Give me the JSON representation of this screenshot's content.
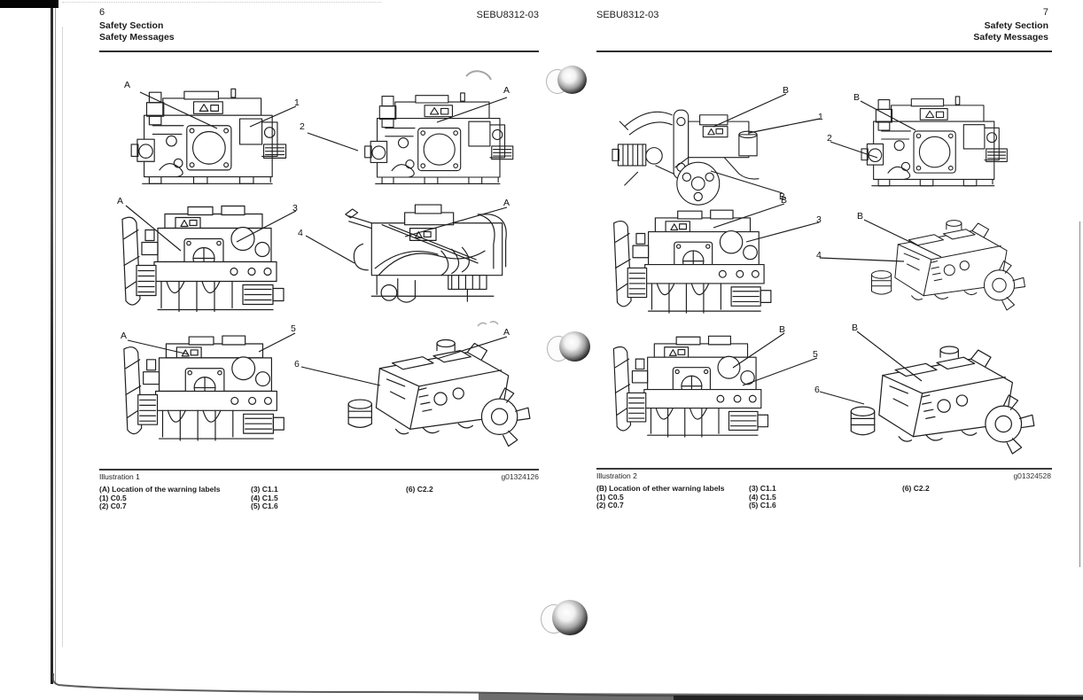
{
  "ink_color": "#1c1c1c",
  "paper_color": "#ffffff",
  "page_left": {
    "page_number": "6",
    "doc_code": "SEBU8312-03",
    "section": "Safety Section",
    "subsection": "Safety Messages",
    "illustration_caption": "Illustration 1",
    "figure_id": "g01324126",
    "legend": {
      "col1": [
        "(A) Location of the warning labels",
        "(1) C0.5",
        "(2) C0.7"
      ],
      "col2": [
        "(3) C1.1",
        "(4) C1.5",
        "(5) C1.6"
      ],
      "col3": [
        "(6) C2.2"
      ]
    },
    "callouts": {
      "letter": "A",
      "n1": "1",
      "n2": "2",
      "n3": "3",
      "n4": "4",
      "n5": "5",
      "n6": "6"
    }
  },
  "page_right": {
    "page_number": "7",
    "doc_code": "SEBU8312-03",
    "section": "Safety Section",
    "subsection": "Safety Messages",
    "illustration_caption": "Illustration 2",
    "figure_id": "g01324528",
    "legend": {
      "col1": [
        "(B) Location of ether warning labels",
        "(1) C0.5",
        "(2) C0.7"
      ],
      "col2": [
        "(3) C1.1",
        "(4) C1.5",
        "(5) C1.6"
      ],
      "col3": [
        "(6) C2.2"
      ]
    },
    "callouts": {
      "letter": "B",
      "n1": "1",
      "n2": "2",
      "n3": "3",
      "n4": "4",
      "n5": "5",
      "n6": "6"
    }
  }
}
